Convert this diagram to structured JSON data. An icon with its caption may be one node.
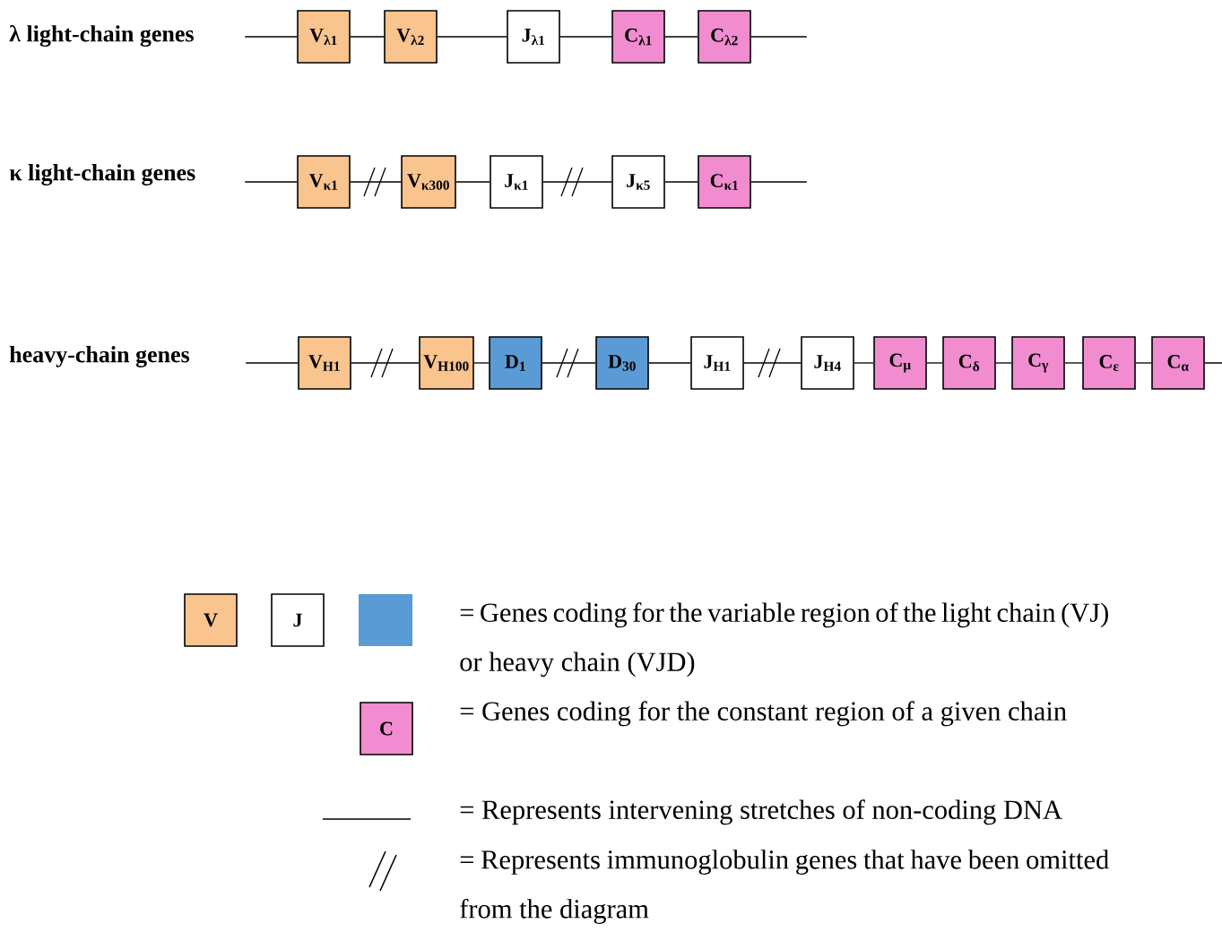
{
  "diagram": {
    "nodes": [
      {
        "text": [
          "V$_{λ1}$"
        ]
      },
      {
        "text": [
          "V$_{λ2}$"
        ]
      },
      {
        "text": [
          "J$_{λ1}$"
        ]
      },
      {
        "text": [
          "C$_{λ1}$"
        ]
      },
      {
        "text": [
          "C$_{λ2}$"
        ]
      },
      {
        "text": [
          "V$_{κ1}$"
        ]
      },
      {
        "text": [
          "V$_{κ300}$"
        ]
      },
      {
        "text": [
          "J$_{κ1}$"
        ]
      },
      {
        "text": [
          "J$_{κ5}$"
        ]
      },
      {
        "text": [
          "C$_{κ1}$"
        ]
      },
      {
        "text": [
          "V$_{H1}$"
        ]
      },
      {
        "text": [
          "V$_{H100}$"
        ]
      },
      {
        "text": [
          "D$_{1}$"
        ]
      },
      {
        "text": [
          "D$_{30}$"
        ]
      },
      {
        "text": [
          "J$_{H1}$"
        ]
      },
      {
        "text": [
          "J$_{H4}$"
        ]
      },
      {
        "text": [
          "C$_{μ}$"
        ]
      },
      {
        "text": [
          "C$_{δ}$"
        ]
      },
      {
        "text": [
          "C$_{γ}$"
        ]
      },
      {
        "text": [
          "C$_{ε}$"
        ]
      },
      {
        "text": [
          "C$_{α}$"
        ]
      },
      {
        "text": [
          "V"
        ]
      },
      {
        "text": [
          "J"
        ]
      },
      {
        "text": [],
        "shape": "box"
      },
      {
        "text": [
          "C"
        ]
      }
    ],
    "edges": [
      {
        "from": null,
        "to": 0,
        "arrow": "none"
      },
      {
        "from": 0,
        "to": 1,
        "arrow": "none"
      },
      {
        "from": 1,
        "to": 2,
        "arrow": "none"
      },
      {
        "from": 2,
        "to": 3,
        "arrow": "none"
      },
      {
        "from": 3,
        "to": 4,
        "arrow": "none"
      },
      {
        "from": 4,
        "to": null,
        "arrow": "none"
      },
      {
        "from": null,
        "to": 5,
        "arrow": "none"
      },
      {
        "from": 5,
        "to": 6,
        "arrow": "none"
      },
      {
        "from": 6,
        "to": 7,
        "arrow": "none"
      },
      {
        "from": 7,
        "to": 8,
        "arrow": "none"
      },
      {
        "from": 8,
        "to": 9,
        "arrow": "none"
      },
      {
        "from": 9,
        "to": null,
        "arrow": "none"
      },
      {
        "from": null,
        "to": 10,
        "arrow": "none"
      },
      {
        "from": 10,
        "to": 11,
        "arrow": "none"
      },
      {
        "from": 11,
        "to": 12,
        "arrow": "none"
      },
      {
        "from": 12,
        "to": 13,
        "arrow": "none"
      },
      {
        "from": 13,
        "to": 14,
        "arrow": "none"
      },
      {
        "from": 14,
        "to": 15,
        "arrow": "none"
      },
      {
        "from": 15,
        "to": 16,
        "arrow": "none"
      },
      {
        "from": 16,
        "to": 17,
        "arrow": "none"
      },
      {
        "from": 17,
        "to": 18,
        "arrow": "none"
      },
      {
        "from": 18,
        "to": 19,
        "arrow": "none"
      },
      {
        "from": 19,
        "to": 20,
        "arrow": "none"
      },
      {
        "from": 20,
        "to": null,
        "arrow": "none"
      }
    ],
    "labels": [
      "λ light-chain  genes",
      "κ light-chain genes",
      "heavy-chain genes"
    ],
    "legend": [
      {
        "text": "= Genes coding for the variable region of the light chain (VJ) or heavy chain (VJD)"
      },
      {
        "text": "= Genes coding for the constant region of a given chain"
      },
      {
        "text": "= Represents intervening stretches of non-coding DNA"
      },
      {
        "text": "= Represents immunoglobulin genes that have been omitted from the diagram"
      }
    ]
  }
}
